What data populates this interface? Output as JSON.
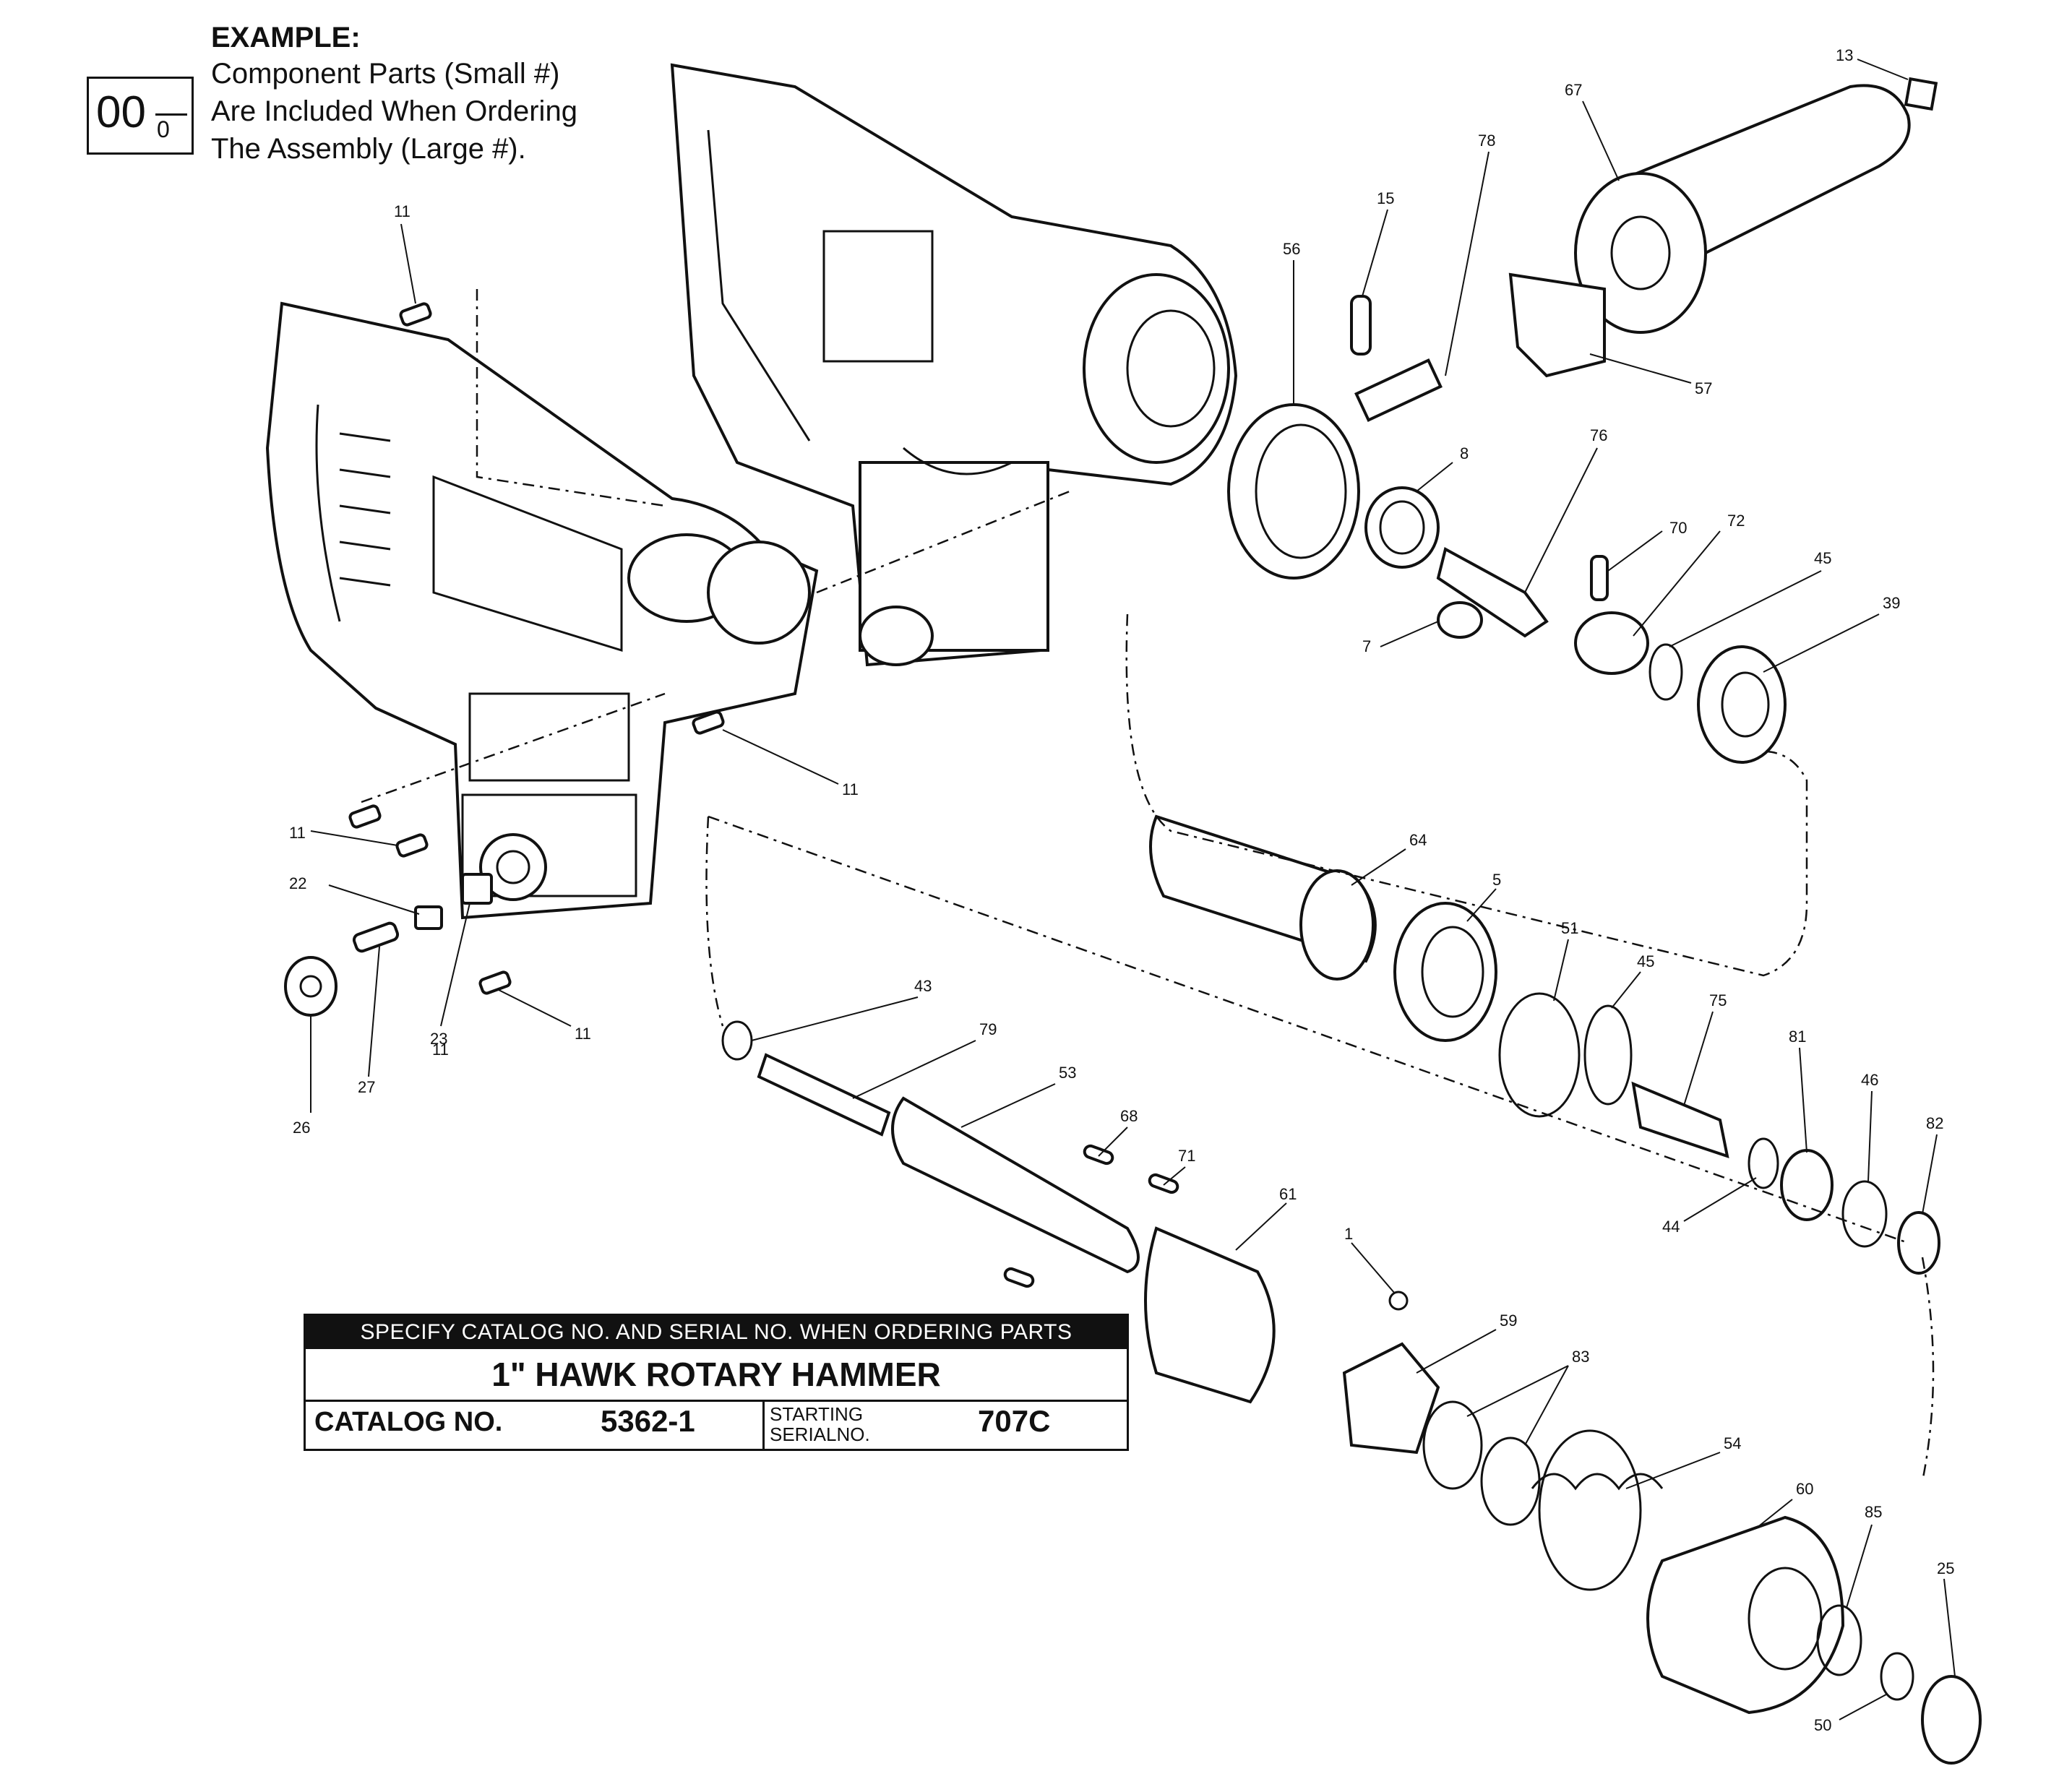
{
  "legend": {
    "title": "EXAMPLE:",
    "lines": [
      "Component Parts (Small #)",
      "Are Included When Ordering",
      "The Assembly (Large #)."
    ],
    "large_example": "00",
    "small_example": "0"
  },
  "title_block": {
    "banner": "SPECIFY CATALOG NO. AND SERIAL NO. WHEN ORDERING PARTS",
    "model": "1\"  HAWK ROTARY HAMMER",
    "catalog_label": "CATALOG NO.",
    "catalog_no": "5362-1",
    "starting_label_1": "STARTING",
    "starting_label_2": "SERIALNO.",
    "starting_serial": "707C"
  },
  "callouts": [
    "11",
    "11",
    "11",
    "11",
    "11",
    "22",
    "23",
    "26",
    "27",
    "13",
    "67",
    "78",
    "15",
    "56",
    "57",
    "8",
    "76",
    "70",
    "72",
    "45",
    "39",
    "7",
    "64",
    "5",
    "51",
    "45",
    "75",
    "81",
    "46",
    "82",
    "44",
    "43",
    "79",
    "53",
    "68",
    "71",
    "61",
    "1",
    "59",
    "83",
    "54",
    "60",
    "85",
    "25",
    "50"
  ]
}
